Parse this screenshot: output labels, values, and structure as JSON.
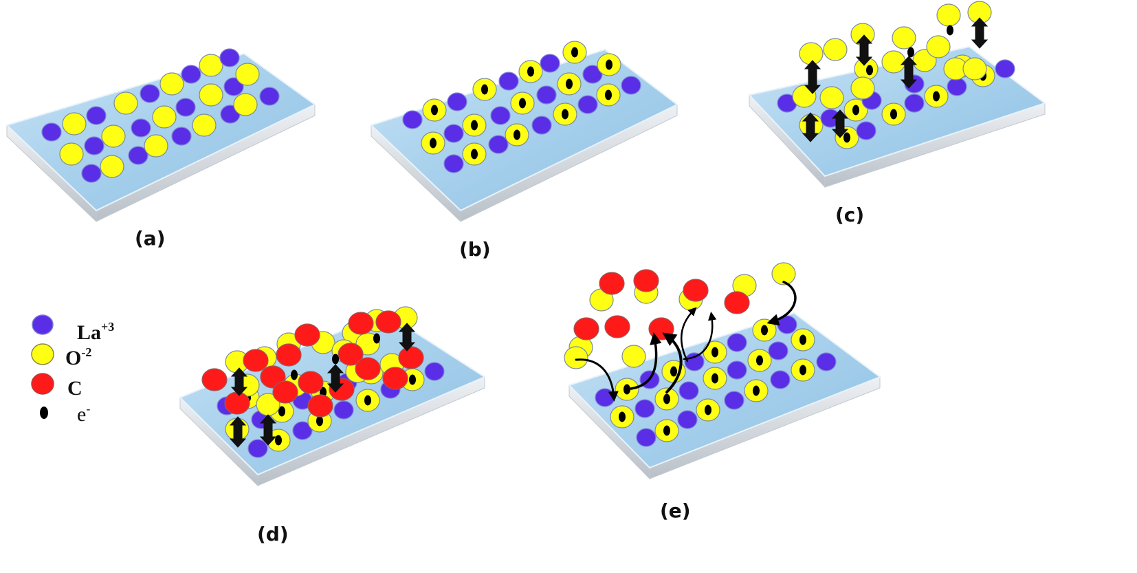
{
  "labels": {
    "a": "(a)",
    "b": "(b)",
    "c": "(c)",
    "d": "(d)",
    "e": "(e)"
  },
  "legend": {
    "la": {
      "base": "La",
      "sup": "+3"
    },
    "o": {
      "base": "O",
      "sup": "-2"
    },
    "c": {
      "base": "C",
      "sup": ""
    },
    "e": {
      "base": "e",
      "sup": "-"
    }
  },
  "colors": {
    "la": "#5a2ee6",
    "oxygen": "#ffff14",
    "carbon": "#ff1a1a",
    "electron": "#000000",
    "plate_top": "#a9d2ee",
    "plate_edge": "#d9dde2"
  }
}
